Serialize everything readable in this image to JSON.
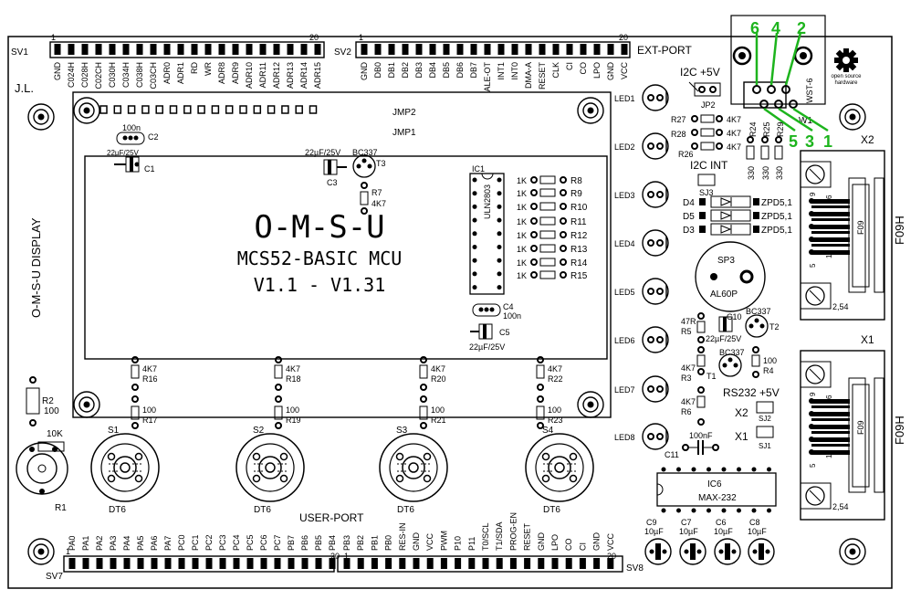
{
  "header": {
    "sv1": "SV1",
    "sv2": "SV2",
    "sv1_pin1": "1",
    "sv1_pin20": "20",
    "sv2_pin1": "1",
    "sv2_pin20": "20",
    "ext_port": "EXT-PORT",
    "jl": "J.L.",
    "sv1_labels": [
      "GND",
      "C024H",
      "C028H",
      "C02CH",
      "C030H",
      "C034H",
      "C038H",
      "C03CH",
      "ADR0",
      "ADR1",
      "RD",
      "WR",
      "ADR8",
      "ADR9",
      "ADR10",
      "ADR11",
      "ADR12",
      "ADR13",
      "ADR14",
      "ADR15"
    ],
    "sv2_labels": [
      "GND",
      "DB0",
      "DB1",
      "DB2",
      "DB3",
      "DB4",
      "DB5",
      "DB6",
      "DB7",
      "ALE-OT",
      "INT1",
      "INT0",
      "DMA-A",
      "RESET",
      "CLK",
      "CI",
      "CO",
      "LPO",
      "GND",
      "VCC"
    ]
  },
  "footer": {
    "user_port": "USER-PORT",
    "sv7": "SV7",
    "sv8": "SV8",
    "sv7_pin1": "1",
    "sv7_pin20": "20",
    "sv8_pin1": "1",
    "sv8_pin20": "20",
    "sv7_labels": [
      "PA0",
      "PA1",
      "PA2",
      "PA3",
      "PA4",
      "PA5",
      "PA6",
      "PA7",
      "PC0",
      "PC1",
      "PC2",
      "PC3",
      "PC4",
      "PC5",
      "PC6",
      "PC7",
      "PB7",
      "PB6",
      "PB5",
      "PB4"
    ],
    "sv8_labels": [
      "PB3",
      "PB2",
      "PB1",
      "PB0",
      "RES-IN",
      "GND",
      "VCC",
      "PWM",
      "P10",
      "P11",
      "T0/SCL",
      "T1/SDA",
      "PROG-EN",
      "RESET",
      "GND",
      "LPO",
      "CO",
      "CI",
      "GND",
      "VCC"
    ]
  },
  "display": {
    "side_label": "O-M-S-U DISPLAY",
    "title": "O-M-S-U",
    "subtitle": "MCS52-BASIC MCU",
    "version": "V1.1 - V1.31",
    "jmp2": "JMP2",
    "jmp1": "JMP1"
  },
  "caps": {
    "c2_val": "100n",
    "c2": "C2",
    "c1_val": "22µF/25V",
    "c1": "C1",
    "c3_val": "22µF/25V",
    "c3": "C3",
    "c4": "C4",
    "c4_val": "100n",
    "c5": "C5",
    "c5_val": "22µF/25V",
    "c10": "C10",
    "c10_val": "22µF/25V",
    "c11": "C11",
    "c11_val": "100nF"
  },
  "transistors": {
    "t3_type": "BC337",
    "t3": "T3",
    "t2_type": "BC337",
    "t2": "T2",
    "t1_type": "BC337",
    "t1": "T1"
  },
  "resistors": {
    "r7": "R7",
    "r7_val": "4K7",
    "ic1": "IC1",
    "ic1_part": "ULN2803",
    "res_val": "1K",
    "r_list": [
      "R8",
      "R9",
      "R10",
      "R11",
      "R12",
      "R13",
      "R14",
      "R15"
    ],
    "r27": "R27",
    "r28": "R28",
    "r26": "R26",
    "r_4k7": "4K7",
    "r24": "R24",
    "r25": "R25",
    "r29": "R29",
    "r_330": "330",
    "r5": "R5",
    "r5_val": "47R",
    "r3": "R3",
    "r3_val": "4K7",
    "r4": "R4",
    "r4_val": "100",
    "r6": "R6",
    "r6_val": "4K7",
    "r2": "R2",
    "r2_val": "100",
    "r1": "R1",
    "r1_val": "10K",
    "bottom": [
      {
        "top_val": "4K7",
        "top": "R16",
        "bot_val": "100",
        "bot": "R17"
      },
      {
        "top_val": "4K7",
        "top": "R18",
        "bot_val": "100",
        "bot": "R19"
      },
      {
        "top_val": "4K7",
        "top": "R20",
        "bot_val": "100",
        "bot": "R21"
      },
      {
        "top_val": "4K7",
        "top": "R22",
        "bot_val": "100",
        "bot": "R23"
      }
    ]
  },
  "switches": [
    {
      "name": "S1",
      "type": "DT6"
    },
    {
      "name": "S2",
      "type": "DT6"
    },
    {
      "name": "S3",
      "type": "DT6"
    },
    {
      "name": "S4",
      "type": "DT6"
    }
  ],
  "leds": [
    "LED1",
    "LED2",
    "LED3",
    "LED4",
    "LED5",
    "LED6",
    "LED7",
    "LED8"
  ],
  "i2c": {
    "power": "I2C +5V",
    "jp2": "JP2",
    "int": "I2C INT",
    "sj3": "SJ3",
    "wst": "WST-6",
    "w1": "W1",
    "pins_top": [
      "6",
      "4",
      "2"
    ],
    "pins_bottom": [
      "5",
      "3",
      "1"
    ]
  },
  "diodes": [
    {
      "name": "D4",
      "type": "ZPD5,1"
    },
    {
      "name": "D5",
      "type": "ZPD5,1"
    },
    {
      "name": "D3",
      "type": "ZPD5,1"
    }
  ],
  "speaker": {
    "name": "SP3",
    "type": "AL60P"
  },
  "rs232": {
    "label": "RS232 +5V",
    "x2": "X2",
    "sj2": "SJ2",
    "x1": "X1",
    "sj1": "SJ1"
  },
  "ic6": {
    "name": "IC6",
    "part": "MAX-232"
  },
  "bottom_caps": [
    {
      "name": "C9",
      "val": "10µF"
    },
    {
      "name": "C7",
      "val": "10µF"
    },
    {
      "name": "C6",
      "val": "10µF"
    },
    {
      "name": "C8",
      "val": "10µF"
    }
  ],
  "connectors": {
    "x2": "X2",
    "x1": "X1",
    "type": "F09H",
    "inner": "F09",
    "pin6": "6",
    "pin1": "1",
    "pin5": "5",
    "pin9": "9",
    "pitch": "2,54"
  },
  "logo": {
    "line1": "open source",
    "line2": "hardware"
  },
  "colors": {
    "ink": "#000000",
    "highlight": "#1db41d"
  }
}
